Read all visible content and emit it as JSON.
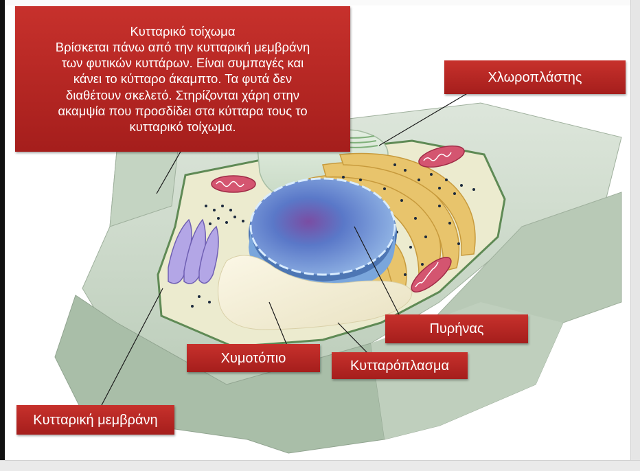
{
  "info_box": {
    "title": "Κυτταρικό τοίχωμα",
    "lines": [
      "Βρίσκεται πάνω από την κυτταρική μεμβράνη",
      "των φυτικών κυττάρων. Είναι συμπαγές και",
      "κάνει το κύτταρο άκαμπτο. Τα φυτά δεν",
      "διαθέτουν σκελετό. Στηρίζονται χάρη στην",
      "ακαμψία που προσδίδει στα κύτταρα τους το",
      "κυτταρικό τοίχωμα."
    ]
  },
  "labels": {
    "chloroplast": "Χλωροπλάστης",
    "nucleus": "Πυρήνας",
    "vacuole": "Χυμοτόπιο",
    "cytoplasm": "Κυτταρόπλασμα",
    "cell_membrane": "Κυτταρική μεμβράνη"
  },
  "colors": {
    "label_background": "#b32522",
    "label_text": "#ffffff",
    "cell_wall": "#c9d7c8",
    "cytoplasm": "#ecebcf",
    "nucleus": "#6f9bd6",
    "golgi_er": "#e8c46c",
    "mitochondria": "#d45570",
    "golgi_body": "#9a8ad6"
  }
}
